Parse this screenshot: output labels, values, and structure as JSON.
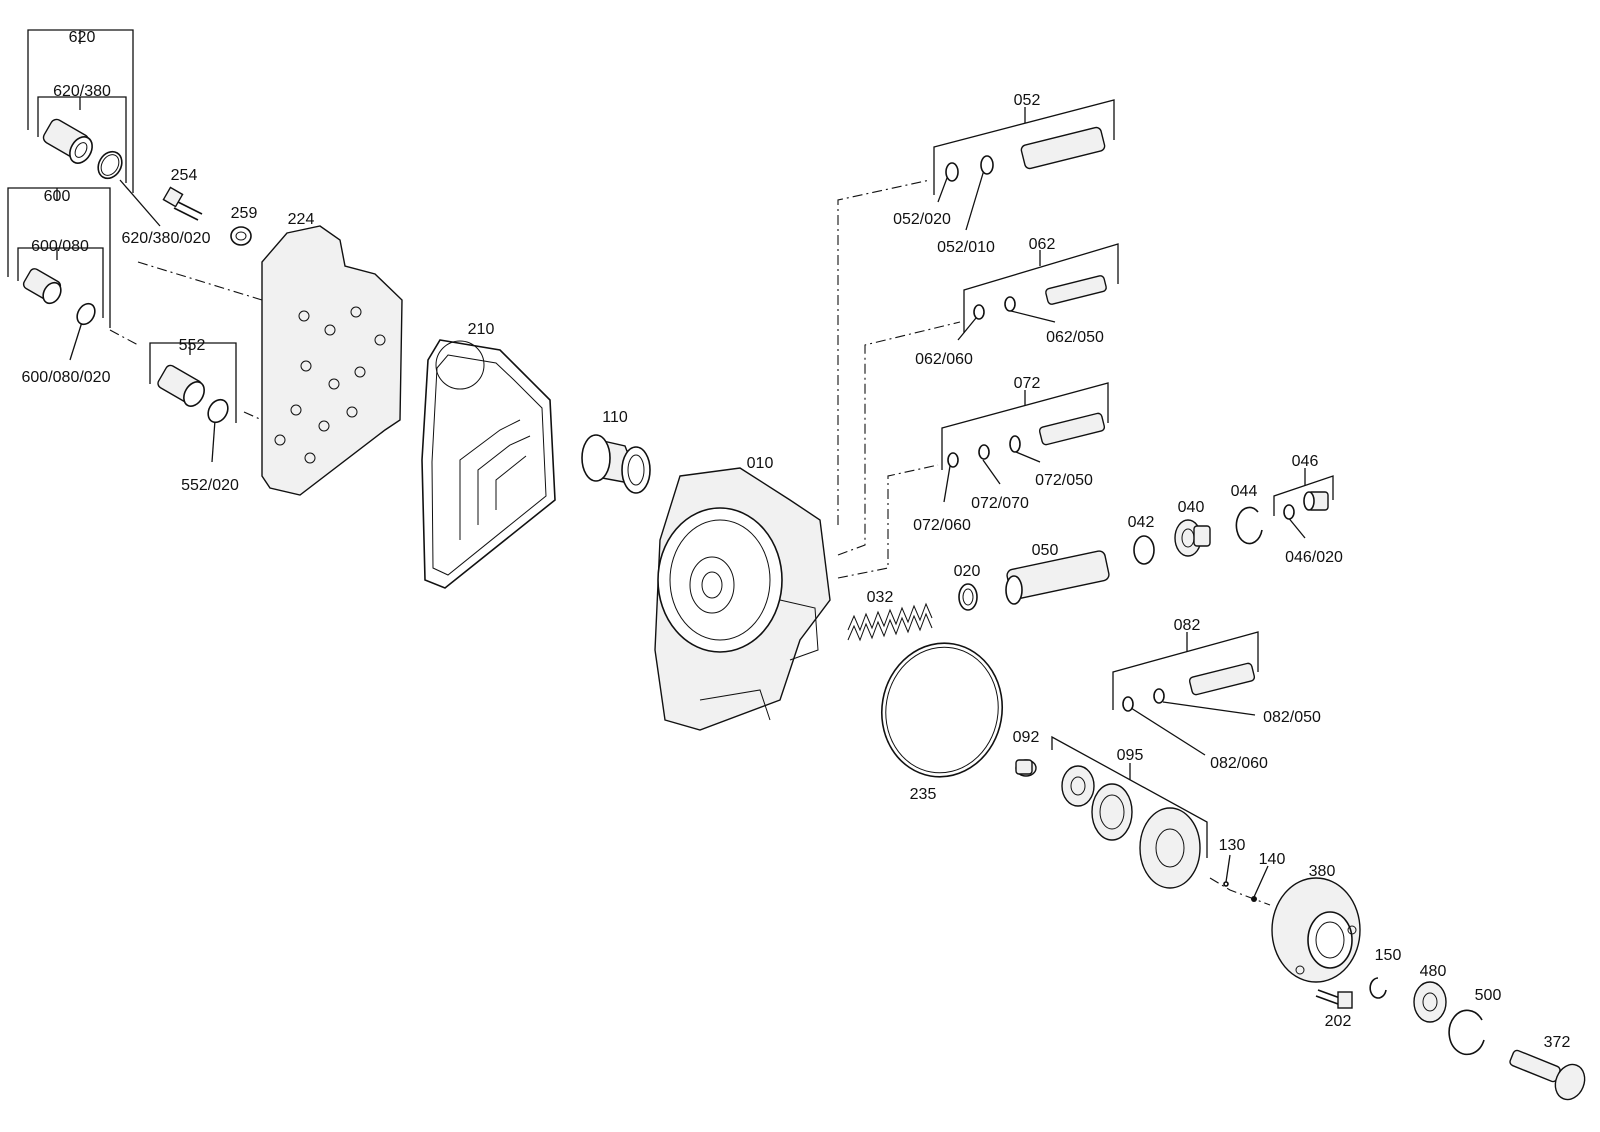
{
  "labels": {
    "p620": "620",
    "p620_380": "620/380",
    "p620_380_020": "620/380/020",
    "p600": "600",
    "p600_080": "600/080",
    "p600_080_020": "600/080/020",
    "p552": "552",
    "p552_020": "552/020",
    "p254": "254",
    "p259": "259",
    "p224": "224",
    "p210": "210",
    "p110": "110",
    "p010": "010",
    "p052": "052",
    "p052_020": "052/020",
    "p052_010": "052/010",
    "p062": "062",
    "p062_050": "062/050",
    "p062_060": "062/060",
    "p072": "072",
    "p072_050": "072/050",
    "p072_070": "072/070",
    "p072_060": "072/060",
    "p046": "046",
    "p046_020": "046/020",
    "p044": "044",
    "p040": "040",
    "p042": "042",
    "p050": "050",
    "p020": "020",
    "p032": "032",
    "p082": "082",
    "p082_050": "082/050",
    "p082_060": "082/060",
    "p235": "235",
    "p092": "092",
    "p095": "095",
    "p130": "130",
    "p140": "140",
    "p380": "380",
    "p150": "150",
    "p480": "480",
    "p500": "500",
    "p202": "202",
    "p372": "372"
  }
}
